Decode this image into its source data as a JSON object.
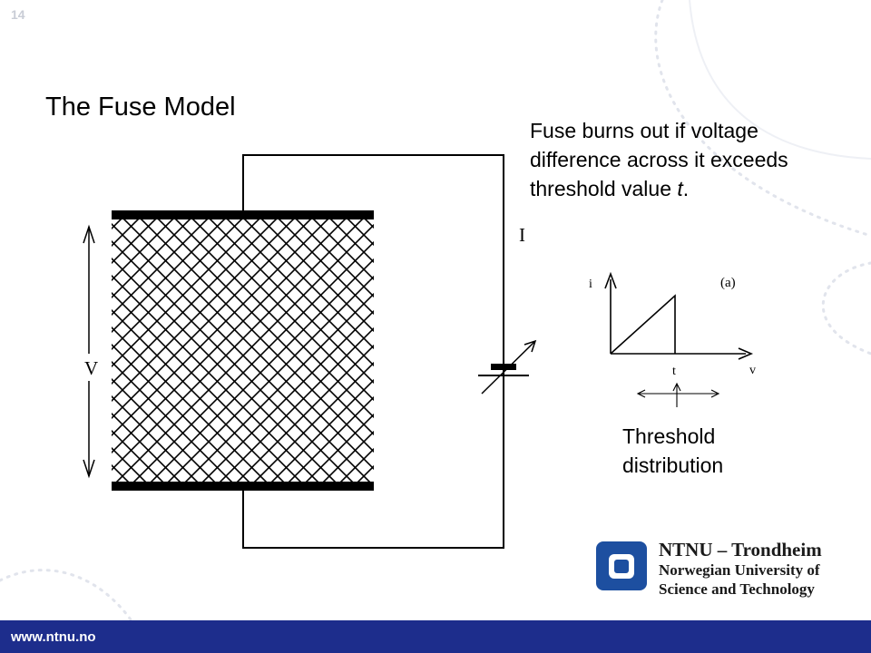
{
  "slide_number": "14",
  "title": "The Fuse Model",
  "description": {
    "before_italic": "Fuse burns out if voltage difference across it exceeds threshold value ",
    "italic": "t",
    "after_italic": "."
  },
  "circuit": {
    "voltage_label": "V",
    "current_label": "I"
  },
  "graph": {
    "panel_label": "(a)",
    "y_axis_label": "i",
    "x_axis_label": "v",
    "threshold_tick": "t"
  },
  "threshold_caption": {
    "line1": "Threshold",
    "line2": "distribution"
  },
  "logo": {
    "line1": "NTNU – Trondheim",
    "line2": "Norwegian University of",
    "line3": "Science and Technology",
    "color": "#1d4fa0"
  },
  "footer": {
    "url": "www.ntnu.no",
    "bar_color": "#1d2d8c"
  }
}
